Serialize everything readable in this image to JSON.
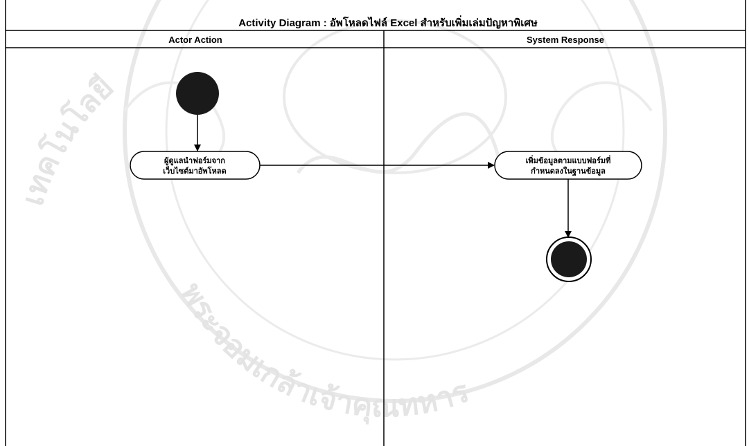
{
  "diagram": {
    "title": "Activity Diagram : อัพโหลดไฟล์ Excel สำหรับเพิ่มเล่มปัญหาพิเศษ",
    "swimlanes": [
      {
        "id": "actor",
        "label": "Actor Action"
      },
      {
        "id": "system",
        "label": "System Response"
      }
    ],
    "nodes": {
      "start": {
        "type": "initial",
        "lane": "actor"
      },
      "upload": {
        "type": "action",
        "lane": "actor",
        "lines": [
          "ผู้ดูแลนำฟอร์มจาก",
          "เว็บไซต์มาอัพโหลด"
        ]
      },
      "add_data": {
        "type": "action",
        "lane": "system",
        "lines": [
          "เพิ่มข้อมูลตามแบบฟอร์มที่",
          "กำหนดลงในฐานข้อมูล"
        ]
      },
      "end": {
        "type": "final",
        "lane": "system"
      }
    },
    "edges": [
      {
        "from": "start",
        "to": "upload"
      },
      {
        "from": "upload",
        "to": "add_data"
      },
      {
        "from": "add_data",
        "to": "end"
      }
    ],
    "colors": {
      "line": "#000000",
      "fill": "#ffffff",
      "node_fill": "#1a1a1a",
      "watermark": "#cfcfcf"
    }
  },
  "watermark": {
    "arc_text": "พระจอมเกล้าเจ้าคุณทหาร",
    "left_text": "เทคโนโลยี"
  }
}
